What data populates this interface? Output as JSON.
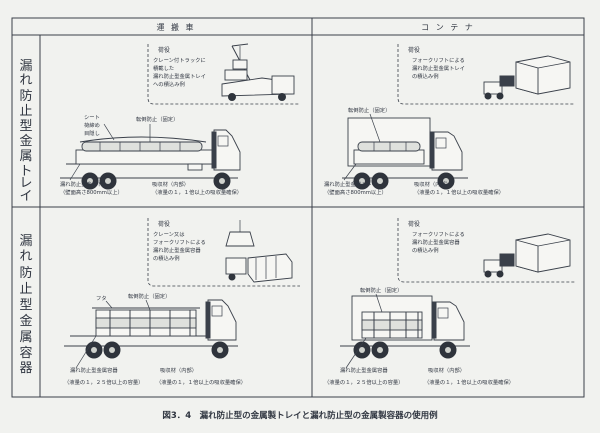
{
  "header": {
    "col_vehicle": "運 搬 車",
    "col_container": "コ ン テ ナ"
  },
  "rows": [
    {
      "label": [
        "漏",
        "れ",
        "防",
        "止",
        "型",
        "金",
        "属",
        "ト",
        "レ",
        "イ"
      ]
    },
    {
      "label": [
        "漏",
        "れ",
        "防",
        "止",
        "型",
        "金",
        "属",
        "容",
        "器"
      ]
    }
  ],
  "panels": {
    "tray_vehicle": {
      "loading_title": "荷役",
      "loading_desc": [
        "クレーン付トラックに",
        "積載した",
        "漏れ防止型金属トレイ",
        "への積込み例"
      ],
      "sheet": "シート",
      "rope": "荷締め",
      "rope2": "目隠し",
      "shift_stop": "転倒防止（固定）",
      "tray_name": "漏れ防止型金属トレイ",
      "tray_note": "（壁面高さ800mm以上）",
      "absorbent": "吸収材（内部）",
      "absorb_note": "（液量の１，１倍以上の吸収量確保）"
    },
    "tray_container": {
      "loading_title": "荷役",
      "loading_desc": [
        "フォークリフトによる",
        "漏れ防止型金属トレイ",
        "の積込み例"
      ],
      "shift_stop": "転倒防止（固定）",
      "tray_name": "漏れ防止型金属トレイ",
      "tray_note": "（壁面高さ800mm以上）",
      "absorbent": "吸収材（内部）",
      "absorb_note": "（液量の１，１倍以上の吸収量確保）"
    },
    "vessel_vehicle": {
      "loading_title": "荷役",
      "loading_desc": [
        "クレーン又は",
        "フォークリフトによる",
        "漏れ防止型金属容器",
        "の積込み例"
      ],
      "lid": "フタ",
      "shift_stop": "転倒防止（固定）",
      "vessel_name": "漏れ防止型金属容器",
      "vessel_note": "（液量の１，２５倍以上の容量）",
      "absorbent": "吸収材（内部）",
      "absorb_note": "（液量の１，１倍以上の吸収量確保）"
    },
    "vessel_container": {
      "loading_title": "荷役",
      "loading_desc": [
        "フォークリフトによる",
        "漏れ防止型金属容器",
        "の積込み例"
      ],
      "shift_stop": "転倒防止（固定）",
      "vessel_name": "漏れ防止型金属容器",
      "vessel_note": "（液量の１，２５倍以上の容量）",
      "absorbent": "吸収材（内部）",
      "absorb_note": "（液量の１，１倍以上の吸収量確保）"
    }
  },
  "caption": "図3．4　漏れ防止型の金属製トレイと漏れ防止型の金属製容器の使用例"
}
